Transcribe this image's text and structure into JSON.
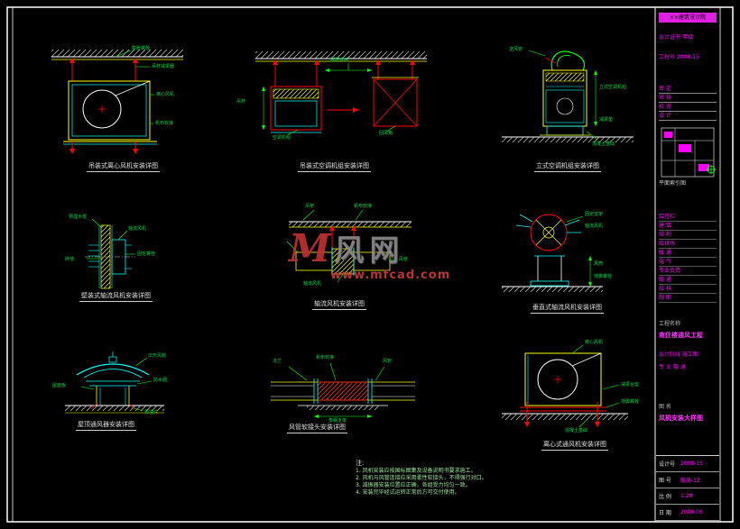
{
  "watermark": {
    "logo": "M",
    "name": "风网",
    "url": "www.mfcad.com"
  },
  "details": [
    {
      "caption": "吊装式离心风机安装详图",
      "annotations": [
        "膨胀螺栓",
        "吊杆减振器",
        "离心风机",
        "帆布软接"
      ]
    },
    {
      "caption": "吊装式空调机组安装详图",
      "annotations": [
        "膨胀螺栓",
        "吊杆",
        "空调机组",
        "回风箱"
      ]
    },
    {
      "caption": "立式空调机组安装详图",
      "annotations": [
        "送风管",
        "立式空调机组",
        "减振垫",
        "混凝土基础"
      ]
    },
    {
      "caption": "壁装式轴流风机安装详图",
      "annotations": [
        "预埋木框",
        "轴流风机",
        "固定螺栓",
        "砖墙"
      ]
    },
    {
      "caption": "轴流风机安装详图",
      "annotations": [
        "吊架",
        "帆布软接",
        "轴流风机",
        "风管"
      ]
    },
    {
      "caption": "垂直式轴流风机安装详图",
      "annotations": [
        "固定支架",
        "轴流风机",
        "风筒",
        "地脚螺栓"
      ]
    },
    {
      "caption": "屋顶通风器安装详图",
      "annotations": [
        "伞形风帽",
        "防水圈",
        "屋面板",
        "预埋件"
      ]
    },
    {
      "caption": "风管软接头安装详图",
      "annotations": [
        "法兰",
        "帆布软接",
        "风管",
        "角钢支架"
      ]
    },
    {
      "caption": "离心式通风机安装详图",
      "annotations": [
        "离心风机",
        "减振台座",
        "地脚螺栓",
        "混凝土基础"
      ]
    }
  ],
  "notes": {
    "title": "注:",
    "items": [
      "1. 风机安装应按国标图集及设备说明书要求施工。",
      "2. 风机与风管连接应采用柔性软接头，不得强行对口。",
      "3. 减振器安装位置应正确，各组受力均匀一致。",
      "4. 安装完毕经试运转正常后方可交付使用。"
    ]
  },
  "title_block": {
    "company": "××建筑设计院",
    "cert": "设计证书 甲级",
    "project_no": "工程号 2008-15",
    "sign_rows": [
      "审 定",
      "审 核",
      "校 对",
      "设 计"
    ],
    "thumb_label": "平面索引图",
    "rev_rows": [
      "会签栏",
      "建 筑",
      "结 构",
      "给排水",
      "暖 通",
      "电 气"
    ],
    "spec_rows": [
      "专业负责",
      "暖 通",
      "校 核",
      "制 图"
    ],
    "project_label": "工程名称",
    "project_name": "商住楼通风工程",
    "stage": "设计阶段 施工图",
    "discipline": "专 业 暖 通",
    "drawing_label": "图 名",
    "drawing_name": "风机安装大样图",
    "bottom": [
      {
        "k": "设计号",
        "v": "2008-15"
      },
      {
        "k": "图 号",
        "v": "暖施-12"
      },
      {
        "k": "比 例",
        "v": "1:20"
      },
      {
        "k": "日 期",
        "v": "2008.06"
      }
    ]
  }
}
